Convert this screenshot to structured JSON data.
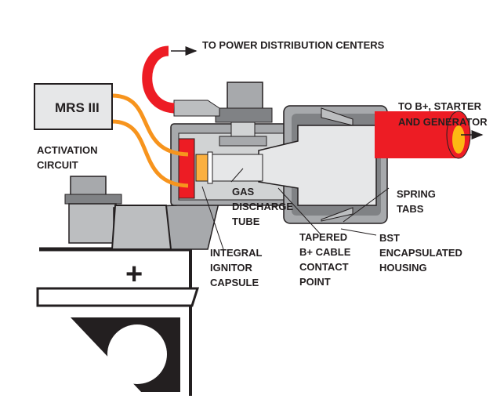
{
  "labels": {
    "power_distribution": "TO POWER DISTRIBUTION CENTERS",
    "to_b_plus": [
      "TO B+, STARTER",
      "AND GENERATOR"
    ],
    "mrs": "MRS III",
    "activation": [
      "ACTIVATION",
      "CIRCUIT"
    ],
    "gas_tube": [
      "GAS",
      "DISCHARGE",
      "TUBE"
    ],
    "spring_tabs": [
      "SPRING",
      "TABS"
    ],
    "tapered": [
      "TAPERED",
      "B+ CABLE",
      "CONTACT",
      "POINT"
    ],
    "bst": [
      "BST",
      "ENCAPSULATED",
      "HOUSING"
    ],
    "ignitor": [
      "INTEGRAL",
      "IGNITOR",
      "CAPSULE"
    ],
    "plus": "+"
  },
  "colors": {
    "cable_red": "#ed1c24",
    "wire_orange": "#f7941d",
    "metal_gray": "#a7a9ac",
    "core_yellow": "#fdb913"
  }
}
